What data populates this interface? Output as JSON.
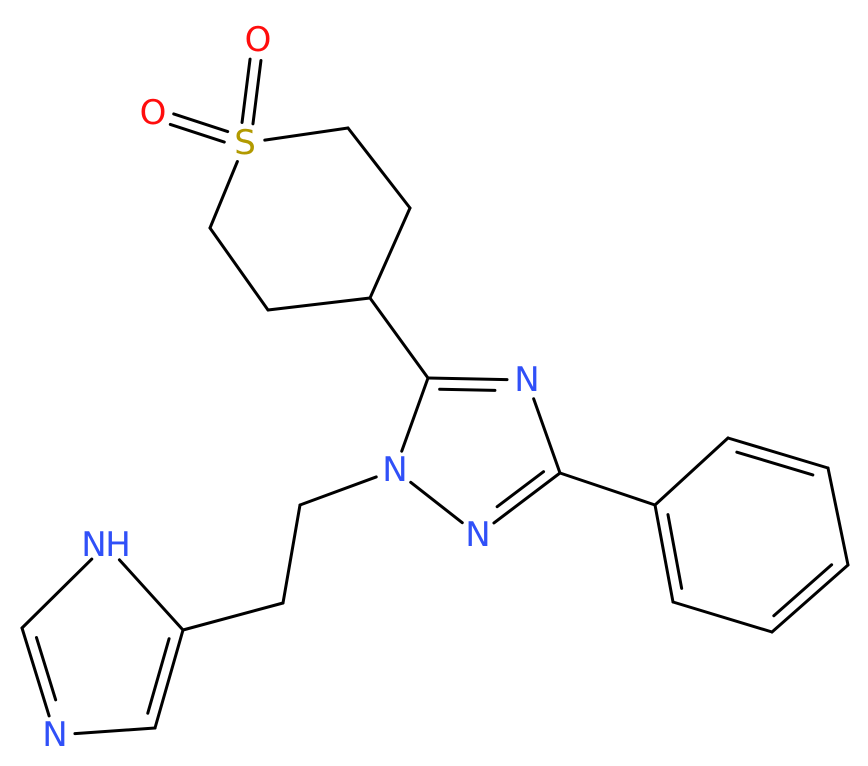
{
  "colors": {
    "oxygen": "#ff0d0d",
    "sulfur": "#b29a00",
    "nitrogen": "#3050f8",
    "bond": "#000000"
  },
  "atoms": {
    "o1": {
      "label": "O",
      "element": "oxygen"
    },
    "o2": {
      "label": "O",
      "element": "oxygen"
    },
    "s": {
      "label": "S",
      "element": "sulfur"
    },
    "n_triazole_4": {
      "label": "N",
      "element": "nitrogen"
    },
    "n_triazole_2": {
      "label": "N",
      "element": "nitrogen"
    },
    "n_triazole_1": {
      "label": "N",
      "element": "nitrogen"
    },
    "n_imidazole_h": {
      "label": "N",
      "element": "nitrogen"
    },
    "h_imidazole": {
      "label": "H",
      "element": "nitrogen"
    },
    "n_imidazole_3": {
      "label": "N",
      "element": "nitrogen"
    }
  }
}
